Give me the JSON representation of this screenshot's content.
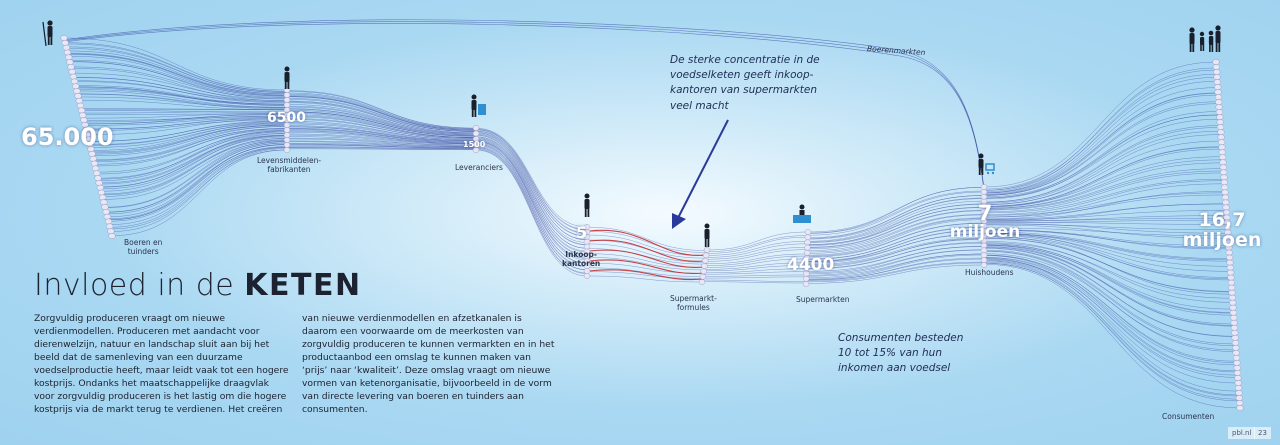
{
  "diagram": {
    "nodes": [
      {
        "id": "boeren",
        "count": "65.000",
        "label_lines": [
          "Boeren en",
          "tuinders"
        ]
      },
      {
        "id": "fabrikanten",
        "count": "6500",
        "label_lines": [
          "Levensmiddelen-",
          "fabrikanten"
        ]
      },
      {
        "id": "leveranciers",
        "count": "1500",
        "label_lines": [
          "Leveranciers"
        ]
      },
      {
        "id": "inkoop",
        "count": "5",
        "label_lines": [
          "Inkoop-",
          "kantoren"
        ]
      },
      {
        "id": "formules",
        "count": "",
        "label_lines": [
          "Supermarkt-",
          "formules"
        ]
      },
      {
        "id": "supermarkten",
        "count": "4400",
        "label_lines": [
          "Supermarkten"
        ]
      },
      {
        "id": "huishoudens",
        "count_lines": [
          "7",
          "miljoen"
        ],
        "label_lines": [
          "Huishoudens"
        ]
      },
      {
        "id": "consumenten",
        "count_lines": [
          "16,7",
          "miljoen"
        ],
        "label_lines": [
          "Consumenten"
        ]
      }
    ],
    "boerenmarkten_label": "Boerenmarkten",
    "callout_top_lines": [
      "De sterke concentratie in de",
      "voedselketen geeft inkoop-",
      "kantoren van supermarkten",
      "veel macht"
    ],
    "callout_bottom_lines": [
      "Consumenten besteden",
      "10 tot 15% van hun",
      "inkomen aan voedsel"
    ],
    "colors": {
      "flow": "#2a3a9a",
      "highlight": "#c0262b",
      "node": "#e9e6f5"
    }
  },
  "article": {
    "title_light": "Invloed in de ",
    "title_bold": "KETEN",
    "col1_lines": [
      "Zorgvuldig produceren vraagt om nieuwe",
      "verdienmodellen. Produceren met aandacht voor",
      "dierenwelzijn, natuur en landschap sluit aan bij het",
      "beeld dat de samenleving van een duurzame",
      "voedselproductie heeft, maar leidt vaak tot een hogere",
      "kostprijs. Ondanks het maatschappelijke draagvlak",
      "voor zorgvuldig produceren is het lastig om die hogere",
      "kostprijs via de markt terug te verdienen. Het creëren"
    ],
    "col2_lines": [
      "van nieuwe verdienmodellen en afzetkanalen is",
      "daarom een voorwaarde om de meerkosten van",
      "zorgvuldig produceren te kunnen vermarkten en in het",
      "productaanbod een omslag te kunnen maken van",
      "‘prijs’ naar ‘kwaliteit’. Deze omslag vraagt om nieuwe",
      "vormen van ketenorganisatie, bijvoorbeeld in de vorm",
      "van directe levering van boeren en tuinders aan",
      "consumenten."
    ]
  },
  "footer": {
    "site": "pbl.nl",
    "page": "23"
  }
}
